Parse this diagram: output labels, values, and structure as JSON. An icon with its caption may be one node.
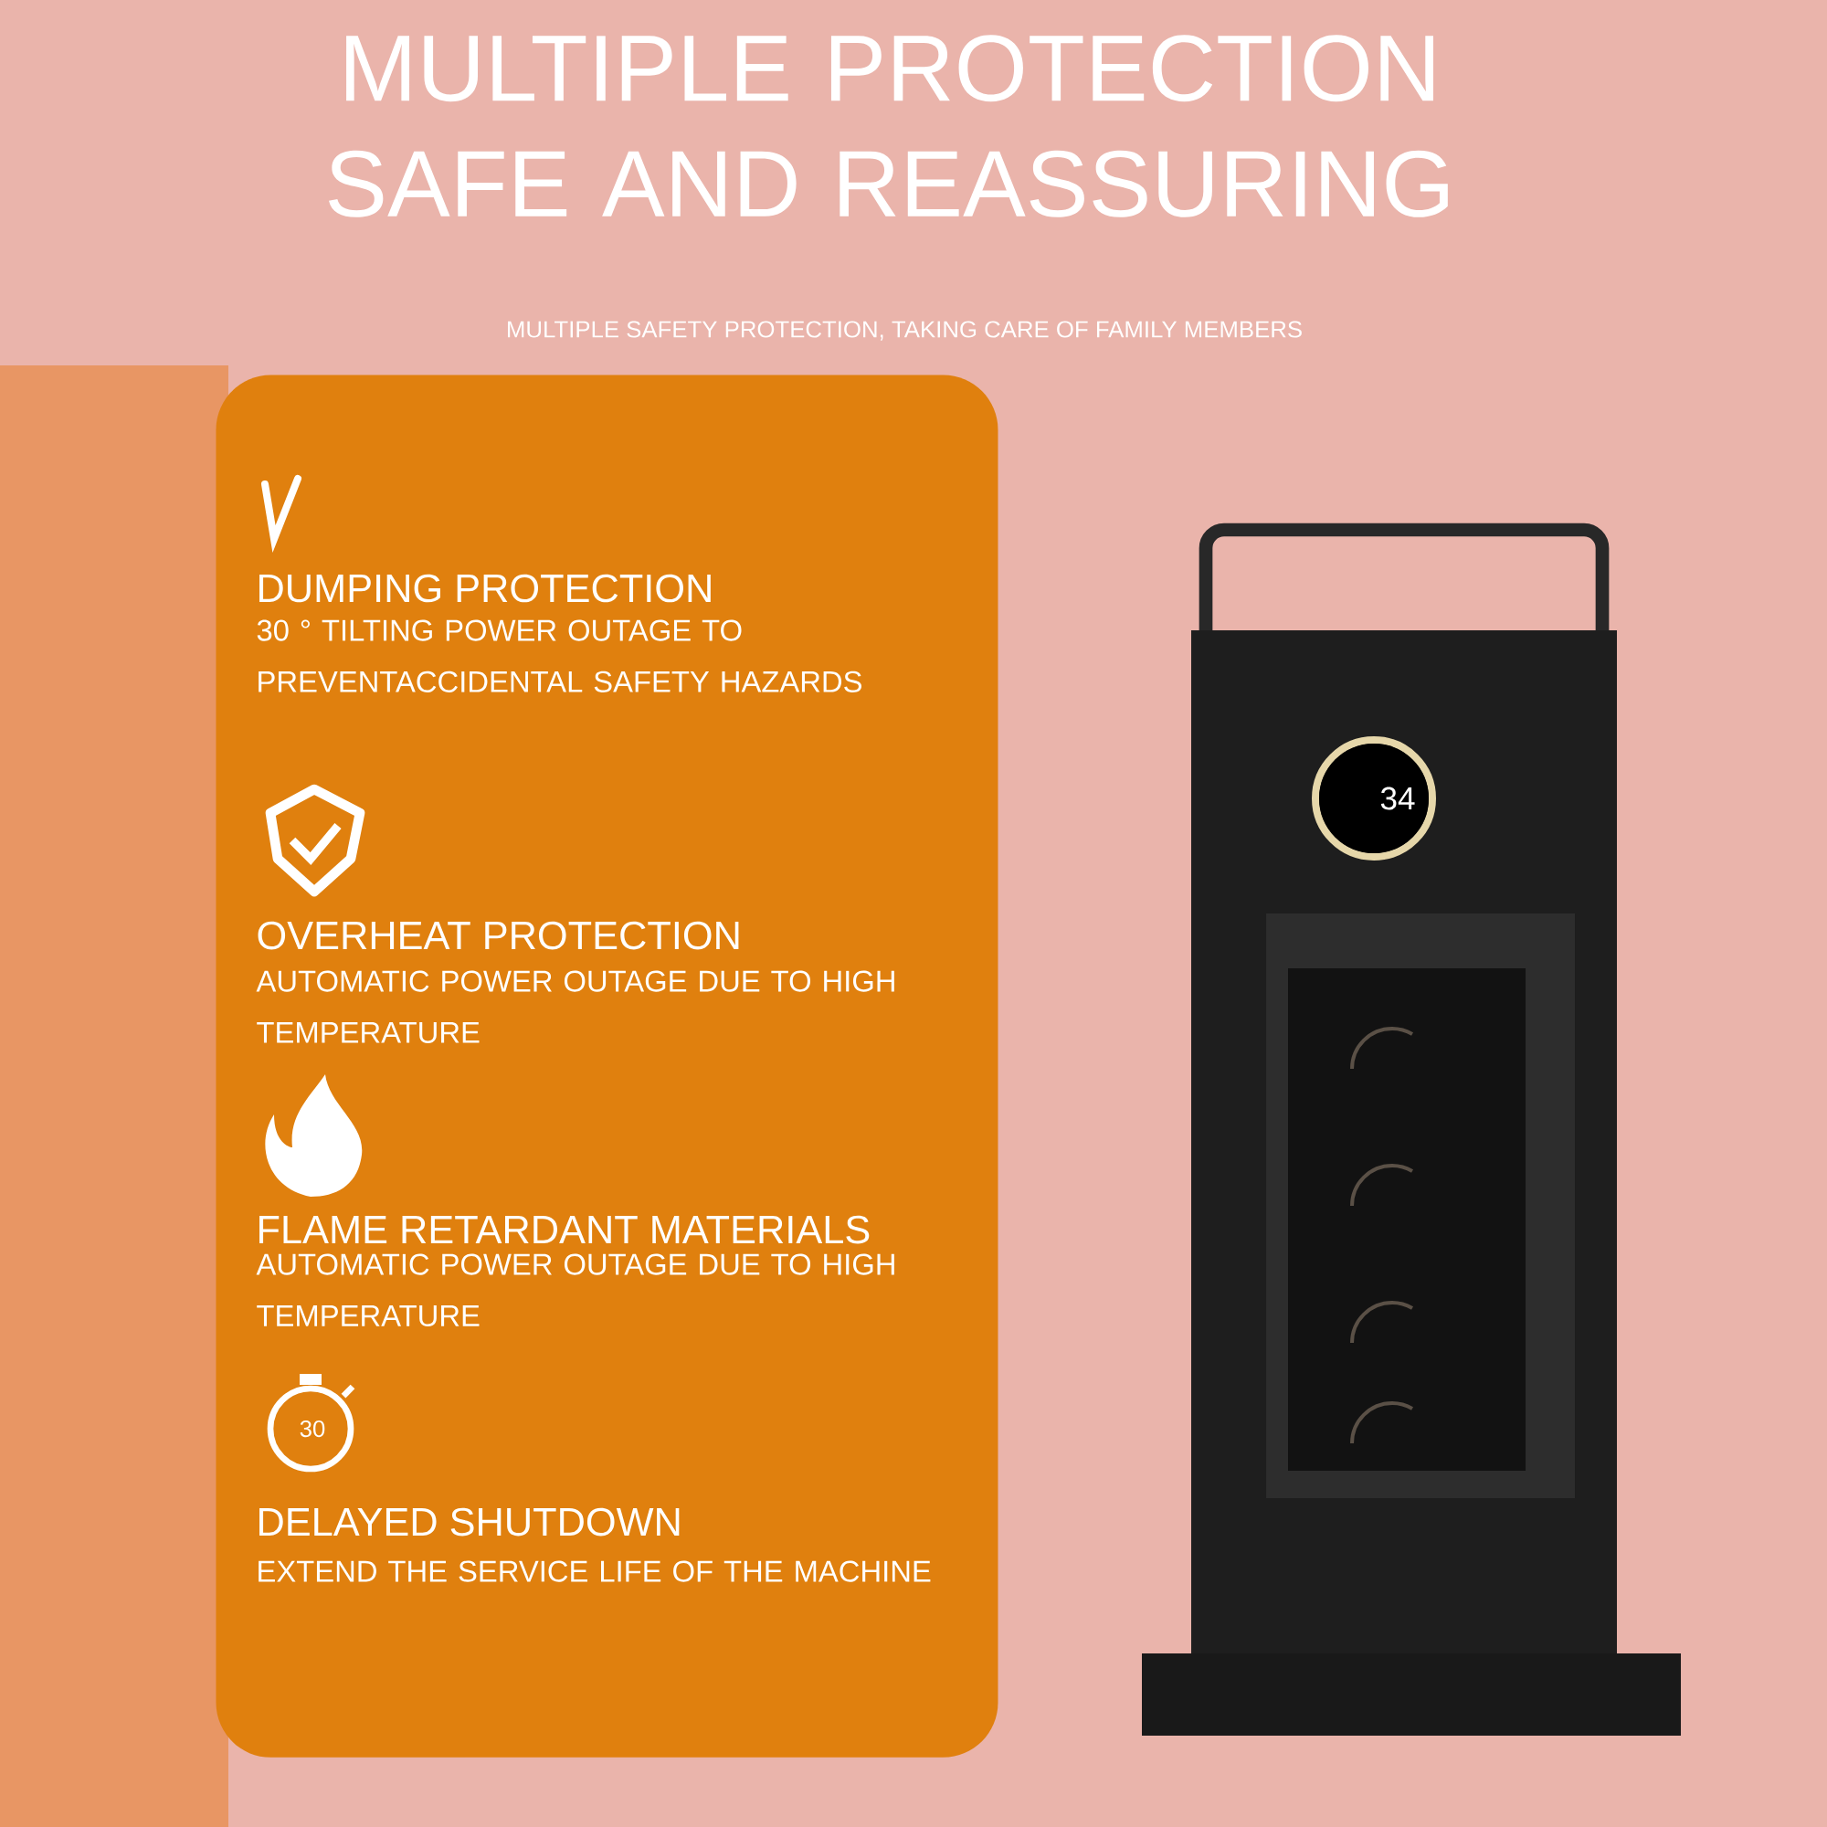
{
  "diagram": {
    "title": "MULTIPLE PROTECTION SAFE AND REASSURING",
    "nodes": [
      {
        "text": [
          "DUMPING PROTECTION",
          "30 ° TILTING POWER OUTAGE TO PREVENTACCIDENTAL SAFETY HAZARDS",
          "OVERHEAT PROTECTION",
          "AUTOMATIC POWER OUTAGE DUE TO HIGH TEMPERATURE",
          "FLAME RETARDANT MATERIALS",
          "AUTOMATIC POWER OUTAGE DUE TO HIGH TEMPERATURE",
          "DELAYED SHUTDOWN",
          "EXTEND THE SERVICE LIFE OF THE MACHINE"
        ]
      }
    ],
    "labels": [
      "MULTIPLE SAFETY PROTECTION, TAKING CARE OF FAMILY MEMBERS",
      "34",
      "30"
    ]
  }
}
